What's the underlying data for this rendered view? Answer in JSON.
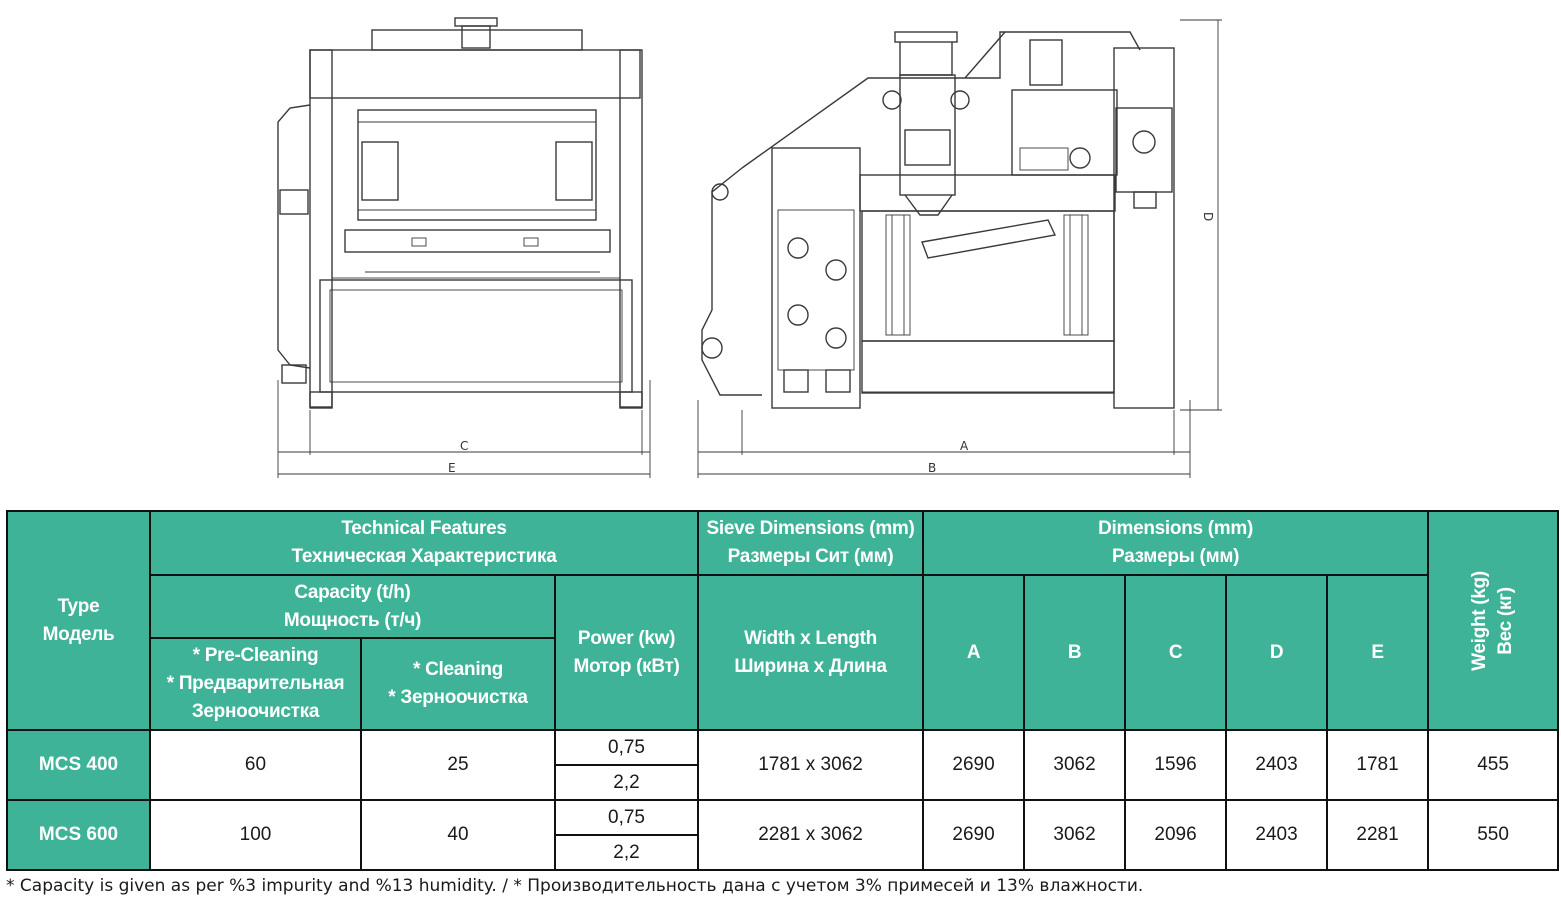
{
  "drawing": {
    "front_labels": {
      "c": "C",
      "e": "E"
    },
    "side_labels": {
      "a": "A",
      "b": "B",
      "d": "D"
    }
  },
  "table": {
    "type": [
      "Type",
      "Модель"
    ],
    "technical_features": [
      "Technical Features",
      "Техническая Характеристика"
    ],
    "capacity": [
      "Capacity (t/h)",
      "Мощность (т/ч)"
    ],
    "pre_cleaning": [
      "* Pre-Cleaning",
      "* Предварительная",
      "Зерноочистка"
    ],
    "cleaning": [
      "* Cleaning",
      "* Зерноочистка"
    ],
    "power": [
      "Power (kw)",
      "Мотор (кВт)"
    ],
    "sieve": [
      "Sieve Dimensions (mm)",
      "Размеры Сит (мм)"
    ],
    "width_length": [
      "Width x Length",
      "Ширина x Длина"
    ],
    "dimensions": [
      "Dimensions (mm)",
      "Размеры (мм)"
    ],
    "dim_cols": [
      "A",
      "B",
      "C",
      "D",
      "E"
    ],
    "weight": [
      "Weight (kg)",
      "Вес (кг)"
    ],
    "rows": [
      {
        "model": "MCS 400",
        "pre_cleaning": "60",
        "cleaning": "25",
        "power": [
          "0,75",
          "2,2"
        ],
        "sieve": "1781 x 3062",
        "a": "2690",
        "b": "3062",
        "c": "1596",
        "d": "2403",
        "e": "1781",
        "weight": "455"
      },
      {
        "model": "MCS 600",
        "pre_cleaning": "100",
        "cleaning": "40",
        "power": [
          "0,75",
          "2,2"
        ],
        "sieve": "2281 x 3062",
        "a": "2690",
        "b": "3062",
        "c": "2096",
        "d": "2403",
        "e": "2281",
        "weight": "550"
      }
    ]
  },
  "footnote": "* Capacity is given as per %3 impurity and %13 humidity. / * Производительность дана с учетом 3% примесей и 13% влажности.",
  "colors": {
    "header_bg": "#3fb397",
    "header_text": "#ffffff",
    "border": "#111111"
  }
}
